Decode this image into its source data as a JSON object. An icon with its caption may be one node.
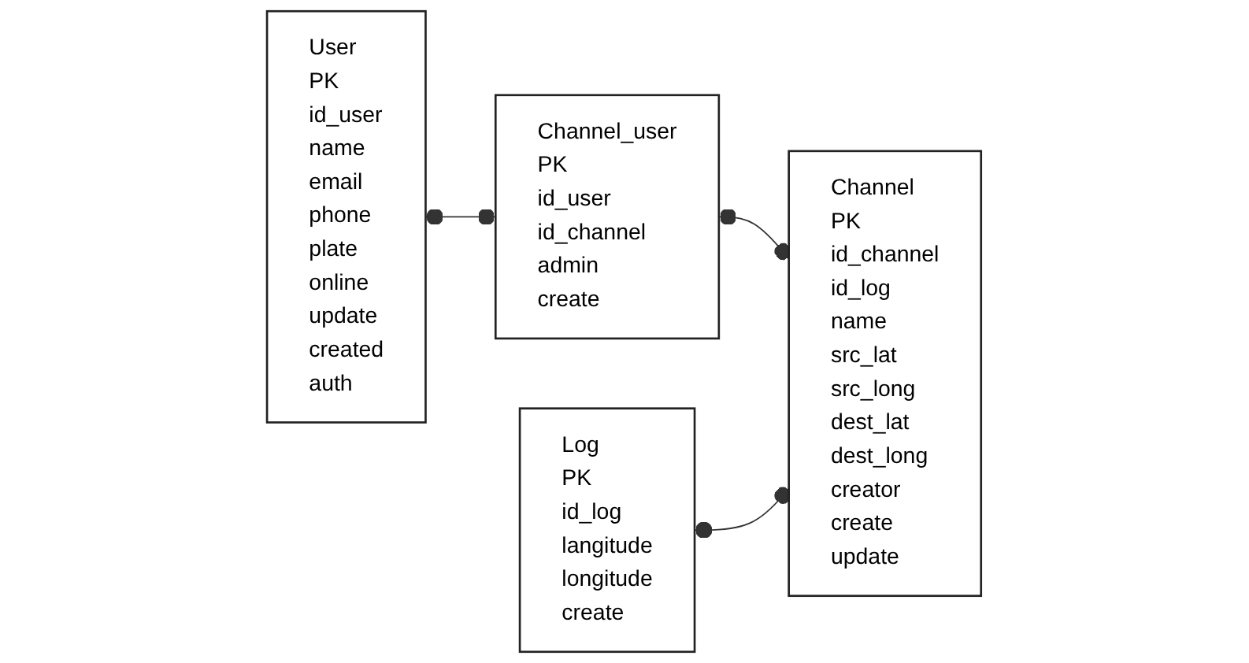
{
  "diagram": {
    "nodes": [
      {
        "text": [
          "User",
          "PK",
          "id_user",
          "name",
          "email",
          "phone",
          "plate",
          "online",
          "update",
          "created",
          "auth"
        ]
      },
      {
        "text": [
          "Channel_user",
          "PK",
          "id_user",
          "id_channel",
          "admin",
          "create"
        ]
      },
      {
        "text": [
          "Log",
          "PK",
          "id_log",
          "langitude",
          "longitude",
          "create"
        ]
      },
      {
        "text": [
          "Channel",
          "PK",
          "id_channel",
          "id_log",
          "name",
          "src_lat",
          "src_long",
          "dest_lat",
          "dest_long",
          "creator",
          "create",
          "update"
        ]
      }
    ],
    "edges": [
      {
        "from": 0,
        "to": 1,
        "arrow": "other"
      },
      {
        "from": 1,
        "to": 3,
        "arrow": "other"
      },
      {
        "from": 2,
        "to": 3,
        "arrow": "other"
      }
    ]
  }
}
